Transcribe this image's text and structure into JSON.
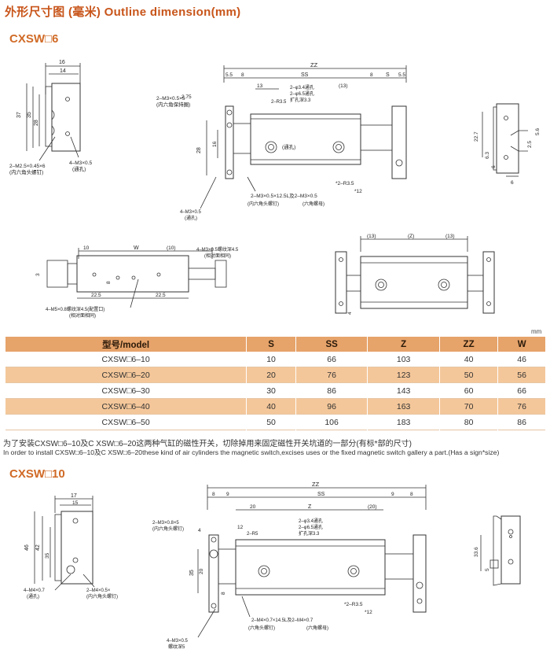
{
  "page": {
    "title": "外形尺寸图 (毫米)  Outline dimension(mm)",
    "section1": "CXSW□6",
    "section2": "CXSW□10",
    "unit": "mm"
  },
  "d1": {
    "w16": "16",
    "w14": "14",
    "h37": "37",
    "h35": "35",
    "h28": "28",
    "m25": "2–M2.5×0.45×6",
    "m25_sub": "(内六角头螺钉)",
    "m3": "4–M3×0.5",
    "m3_sub": "(通孔)"
  },
  "d2": {
    "zz": "ZZ",
    "ss": "SS",
    "s": "S",
    "v55a": "5.5",
    "v8a": "8",
    "v8b": "8",
    "v55b": "5.5",
    "v13a": "13",
    "v13b": "(13)",
    "r35": "2–R3.5",
    "hole": "2–φ3.4通孔",
    "hole2": "2–φ6.5通孔",
    "cbore": "扩孔深3.3",
    "v275": "2.75",
    "m3s": "2–M3×0.5×5",
    "m3s_sub": "(内六角保持圈)",
    "v28": "28",
    "v16": "16",
    "thru": "(通孔)",
    "r35b": "*2–R3.5",
    "v12": "*12",
    "m3l": "2–M3×0.5×12.5L及2–M3×0.5",
    "m3l_sub1": "(内六角头螺钉)",
    "m3l_sub2": "(六角螺母)",
    "m3b": "4–M3×0.5",
    "m3b_sub": "(通孔)"
  },
  "d3": {
    "v227": "22.7",
    "v56": "5.6",
    "v25": "2.5",
    "v63": "6.3",
    "v6": "6",
    "v6b": "6"
  },
  "d4": {
    "v10": "10",
    "w": "W",
    "v10b": "(10)",
    "m3t": "4–M3×0.5螺纹深4.5",
    "m3t_sub": "(相对面相同)",
    "v8": "8",
    "v3": "3",
    "v225a": "22.5",
    "v225b": "22.5",
    "m5": "4–M5×0.8螺纹深4.5(配置口)",
    "m5_sub": "(相对面相同)"
  },
  "d5": {
    "v13a": "(13)",
    "z": "(Z)",
    "v13b": "(13)",
    "v4": "4"
  },
  "table": {
    "headers": [
      "型号/model",
      "S",
      "SS",
      "Z",
      "ZZ",
      "W"
    ],
    "rows": [
      [
        "CXSW□6–10",
        "10",
        "66",
        "103",
        "40",
        "46"
      ],
      [
        "CXSW□6–20",
        "20",
        "76",
        "123",
        "50",
        "56"
      ],
      [
        "CXSW□6–30",
        "30",
        "86",
        "143",
        "60",
        "66"
      ],
      [
        "CXSW□6–40",
        "40",
        "96",
        "163",
        "70",
        "76"
      ],
      [
        "CXSW□6–50",
        "50",
        "106",
        "183",
        "80",
        "86"
      ]
    ]
  },
  "notes": {
    "cn": "为了安装CXSW□6–10及C XSW□6–20这两种气缸的磁性开关，切除掉用来固定磁性开关坑道的一部分(有标*部的尺寸)",
    "en": "In order to install CXSW□6–10及C XSW□6–20these kind of air cylinders the magnetic switch,excises uses or the fixed magnetic switch gallery a part.(Has a sign*size)"
  },
  "d6": {
    "w17": "17",
    "w15": "15",
    "h46": "46",
    "h42": "42",
    "h35": "35",
    "m4": "4–M4×0.7",
    "m4_sub": "(通孔)",
    "m5": "2–M4×0.5×",
    "m5_sub": "(内六角头螺钉)"
  },
  "d7": {
    "zz": "ZZ",
    "ss": "SS",
    "z": "Z",
    "v8a": "8",
    "v9a": "9",
    "v20a": "20",
    "v20b": "(20)",
    "v9b": "9",
    "v8b": "8",
    "v4": "4",
    "v12": "12",
    "r5": "2–R5",
    "hole": "2–φ3.4通孔",
    "hole2": "2–φ6.5通孔",
    "cbore": "扩孔深3.3",
    "m3": "2–M3×0.8×5",
    "m3_sub": "(内六角头螺钉)",
    "v35": "35",
    "v20": "20",
    "v8": "8",
    "r35": "*2–R3.5",
    "v12b": "*12",
    "m4l": "2–M4×0.7×14.5L及2–M4×0.7",
    "m4l_sub1": "(六角头螺钉)",
    "m4l_sub2": "(六角螺母)",
    "m3b": "4–M3×0.5",
    "m3b_sub": "螺纹深5"
  },
  "d8": {
    "v336": "33.6",
    "v5": "5"
  }
}
